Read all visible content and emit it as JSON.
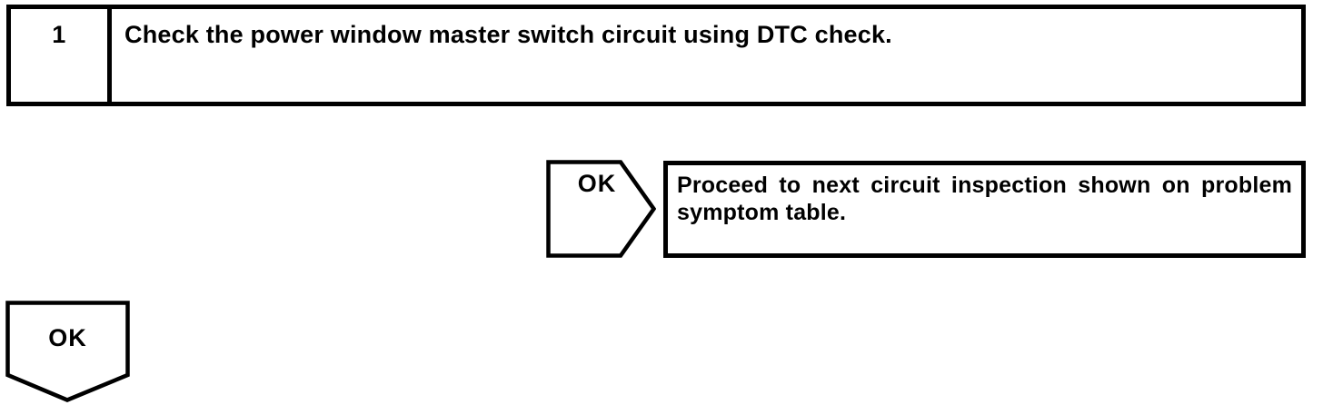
{
  "colors": {
    "ink": "#000000",
    "paper": "#ffffff"
  },
  "step": {
    "number": "1",
    "instruction": "Check the power window master switch circuit using DTC check."
  },
  "ok_branch": {
    "label": "OK",
    "result": "Proceed to next circuit inspection shown on problem symptom table."
  },
  "ok_exit": {
    "label": "OK"
  }
}
